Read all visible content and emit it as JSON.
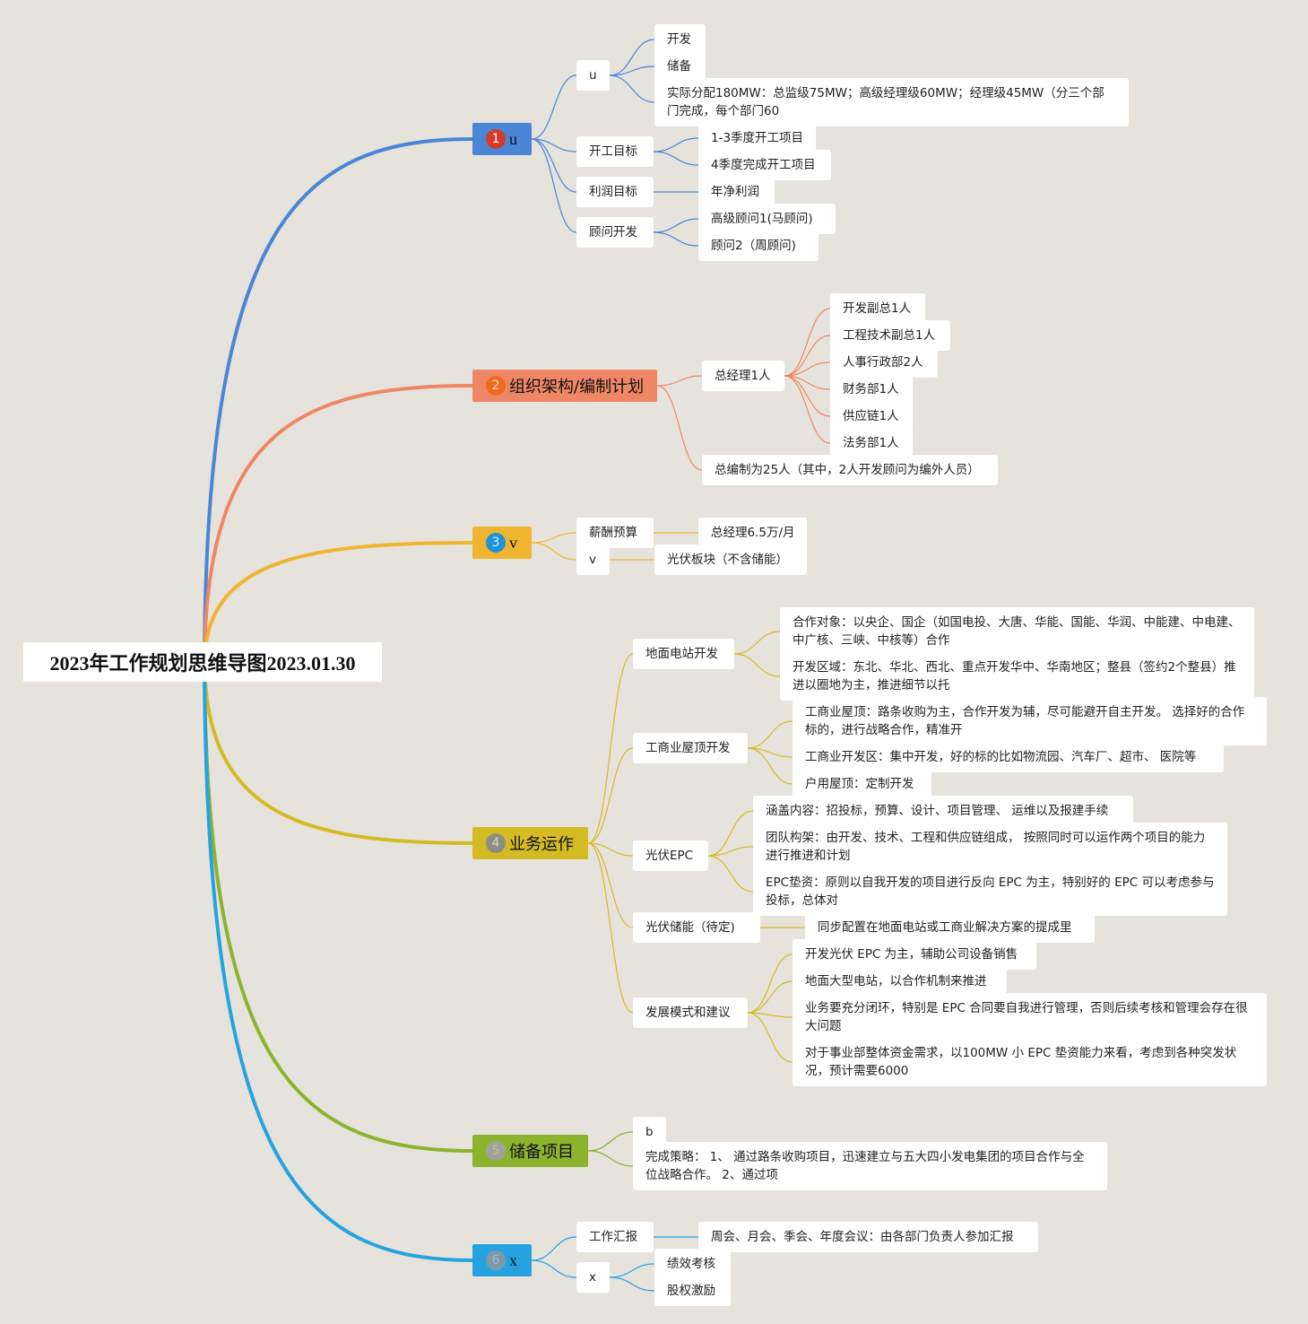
{
  "title": "2023年工作规划思维导图2023.01.30",
  "colors": {
    "background": "#e6e3dc",
    "b1": "#4a85d6",
    "b2": "#ee8766",
    "b3": "#efb531",
    "b4": "#d4bb23",
    "b5": "#8bb32d",
    "b6": "#25a3e1",
    "badge1": "#d73a2a",
    "badge2": "#ee6c1e",
    "badge3": "#1e95d8",
    "badge4": "#8b8f83",
    "badge5": "#9ea49a",
    "badge6": "#7e9aa8"
  },
  "branches": [
    {
      "badge": "1",
      "label": "u",
      "children": [
        {
          "label": "u",
          "children": [
            {
              "label": "开发"
            },
            {
              "label": "储备"
            },
            {
              "label": "实际分配180MW：总监级75MW；高级经理级60MW；经理级45MW（分三个部门完成，每个部门60"
            }
          ]
        },
        {
          "label": "开工目标",
          "children": [
            {
              "label": "1-3季度开工项目"
            },
            {
              "label": "4季度完成开工项目"
            }
          ]
        },
        {
          "label": "利润目标",
          "children": [
            {
              "label": "年净利润"
            }
          ]
        },
        {
          "label": "顾问开发",
          "children": [
            {
              "label": "高级顾问1(马顾问)"
            },
            {
              "label": "顾问2（周顾问)"
            }
          ]
        }
      ]
    },
    {
      "badge": "2",
      "label": "组织架构/编制计划",
      "children": [
        {
          "label": "总经理1人",
          "children": [
            {
              "label": "开发副总1人"
            },
            {
              "label": "工程技术副总1人"
            },
            {
              "label": "人事行政部2人"
            },
            {
              "label": "财务部1人"
            },
            {
              "label": "供应链1人"
            },
            {
              "label": "法务部1人"
            }
          ]
        },
        {
          "label": "总编制为25人（其中，2人开发顾问为编外人员）"
        }
      ]
    },
    {
      "badge": "3",
      "label": "v",
      "children": [
        {
          "label": "薪酬预算",
          "children": [
            {
              "label": "总经理6.5万/月"
            }
          ]
        },
        {
          "label": "v",
          "children": [
            {
              "label": "光伏板块（不含储能）"
            }
          ]
        }
      ]
    },
    {
      "badge": "4",
      "label": "业务运作",
      "children": [
        {
          "label": "地面电站开发",
          "children": [
            {
              "label": "合作对象：以央企、国企（如国电投、大唐、华能、国能、华润、中能建、中电建、中广核、三峡、中核等）合作"
            },
            {
              "label": "开发区域：东北、华北、西北、重点开发华中、华南地区；整县（签约2个整县）推进以圈地为主，推进细节以托"
            }
          ]
        },
        {
          "label": "工商业屋顶开发",
          "children": [
            {
              "label": "工商业屋顶：路条收购为主，合作开发为辅，尽可能避开自主开发。 选择好的合作标的，进行战略合作，精准开"
            },
            {
              "label": "工商业开发区：集中开发，好的标的比如物流园、汽车厂、超市、 医院等"
            },
            {
              "label": "户用屋顶：定制开发"
            }
          ]
        },
        {
          "label": "光伏EPC",
          "children": [
            {
              "label": "涵盖内容：招投标，预算、设计、项目管理、 运维以及报建手续"
            },
            {
              "label": "团队构架：由开发、技术、工程和供应链组成， 按照同时可以运作两个项目的能力进行推进和计划"
            },
            {
              "label": "EPC垫资：原则以自我开发的项目进行反向 EPC 为主，特别好的 EPC 可以考虑参与投标，总体对"
            }
          ]
        },
        {
          "label": "光伏储能（待定)",
          "children": [
            {
              "label": "同步配置在地面电站或工商业解决方案的提成里"
            }
          ]
        },
        {
          "label": "发展模式和建议",
          "children": [
            {
              "label": "开发光伏 EPC 为主，辅助公司设备销售"
            },
            {
              "label": "地面大型电站，以合作机制来推进"
            },
            {
              "label": "业务要充分闭环，特别是 EPC 合同要自我进行管理，否则后续考核和管理会存在很大问题"
            },
            {
              "label": "对于事业部整体资金需求，以100MW 小 EPC 垫资能力来看，考虑到各种突发状况，预计需要6000"
            }
          ]
        }
      ]
    },
    {
      "badge": "5",
      "label": "储备项目",
      "children": [
        {
          "label": "b"
        },
        {
          "label": "完成策略： 1、 通过路条收购项目，迅速建立与五大四小发电集团的项目合作与全位战略合作。 2、通过项"
        }
      ]
    },
    {
      "badge": "6",
      "label": "x",
      "children": [
        {
          "label": "工作汇报",
          "children": [
            {
              "label": "周会、月会、季会、年度会议：由各部门负责人参加汇报"
            }
          ]
        },
        {
          "label": "x",
          "children": [
            {
              "label": "绩效考核"
            },
            {
              "label": "股权激励"
            }
          ]
        }
      ]
    }
  ]
}
